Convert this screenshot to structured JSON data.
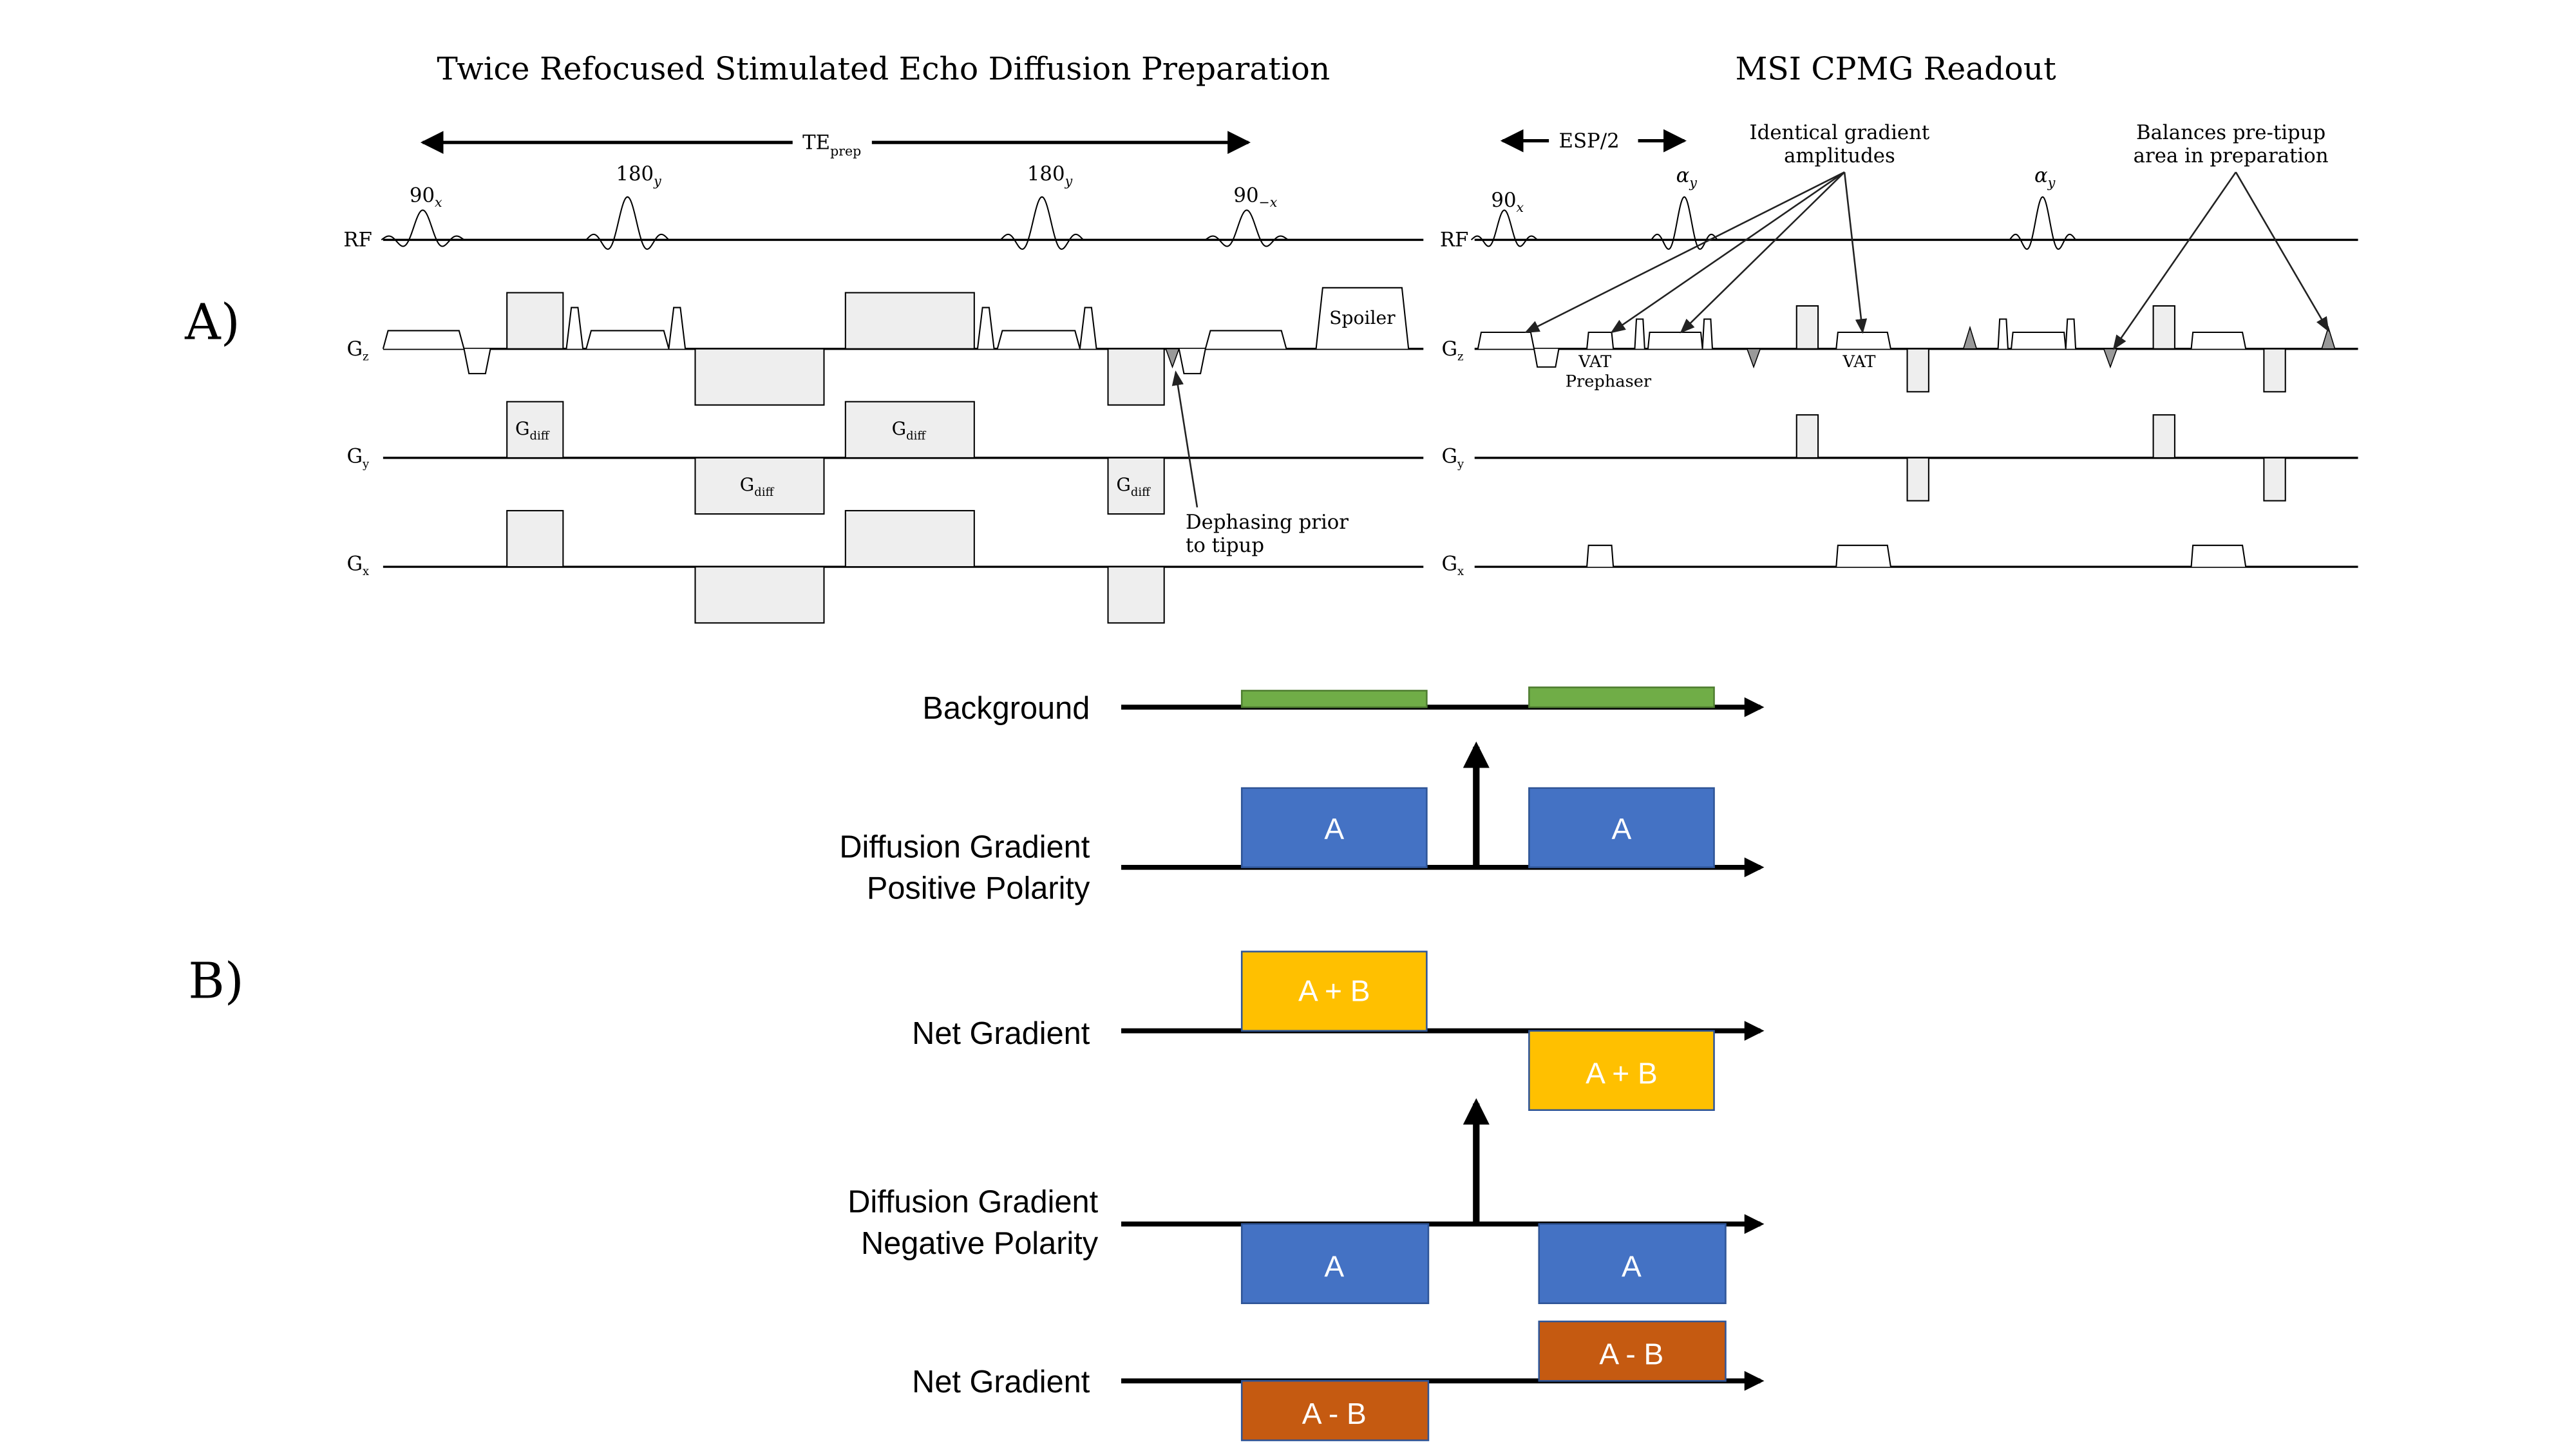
{
  "panel_a": {
    "label": "A)",
    "left_title": "Twice Refocused Stimulated Echo Diffusion Preparation",
    "right_title": "MSI CPMG Readout",
    "te_prep": {
      "main": "TE",
      "sub": "prep"
    },
    "esp": "ESP/2",
    "rf_pulses_left": [
      {
        "base": "90",
        "sub": "x"
      },
      {
        "base": "180",
        "sub": "y"
      },
      {
        "base": "180",
        "sub": "y"
      },
      {
        "base": "90",
        "sub": "−x"
      }
    ],
    "rf_pulses_right": [
      {
        "base": "90",
        "sub": "x"
      },
      {
        "base": "α",
        "sub": "y"
      },
      {
        "base": "α",
        "sub": "y"
      }
    ],
    "axes": [
      {
        "base": "RF",
        "sub": ""
      },
      {
        "base": "G",
        "sub": "z"
      },
      {
        "base": "G",
        "sub": "y"
      },
      {
        "base": "G",
        "sub": "x"
      }
    ],
    "gdiff": {
      "base": "G",
      "sub": "diff"
    },
    "spoiler": "Spoiler",
    "vat_prephaser": [
      "VAT",
      "Prephaser"
    ],
    "vat": "VAT",
    "annotations": {
      "identical": [
        "Identical gradient",
        "amplitudes"
      ],
      "balances": [
        "Balances pre-tipup",
        "area in preparation"
      ],
      "dephasing": [
        "Dephasing prior",
        "to tipup"
      ]
    }
  },
  "panel_b": {
    "label": "B)",
    "rows": [
      {
        "label": [
          "Background"
        ]
      },
      {
        "label": [
          "Diffusion Gradient",
          "Positive Polarity"
        ]
      },
      {
        "label": [
          "Net Gradient"
        ]
      },
      {
        "label": [
          "Diffusion Gradient",
          "Negative Polarity"
        ]
      },
      {
        "label": [
          "Net Gradient"
        ]
      }
    ],
    "blocks": {
      "a": "A",
      "a_plus_b": "A + B",
      "a_minus_b": "A - B"
    },
    "colors": {
      "background": "#70ad47",
      "diffusion": "#4472c4",
      "net_positive": "#ffc000",
      "net_negative": "#c55a11",
      "border": "#2f5597"
    }
  }
}
